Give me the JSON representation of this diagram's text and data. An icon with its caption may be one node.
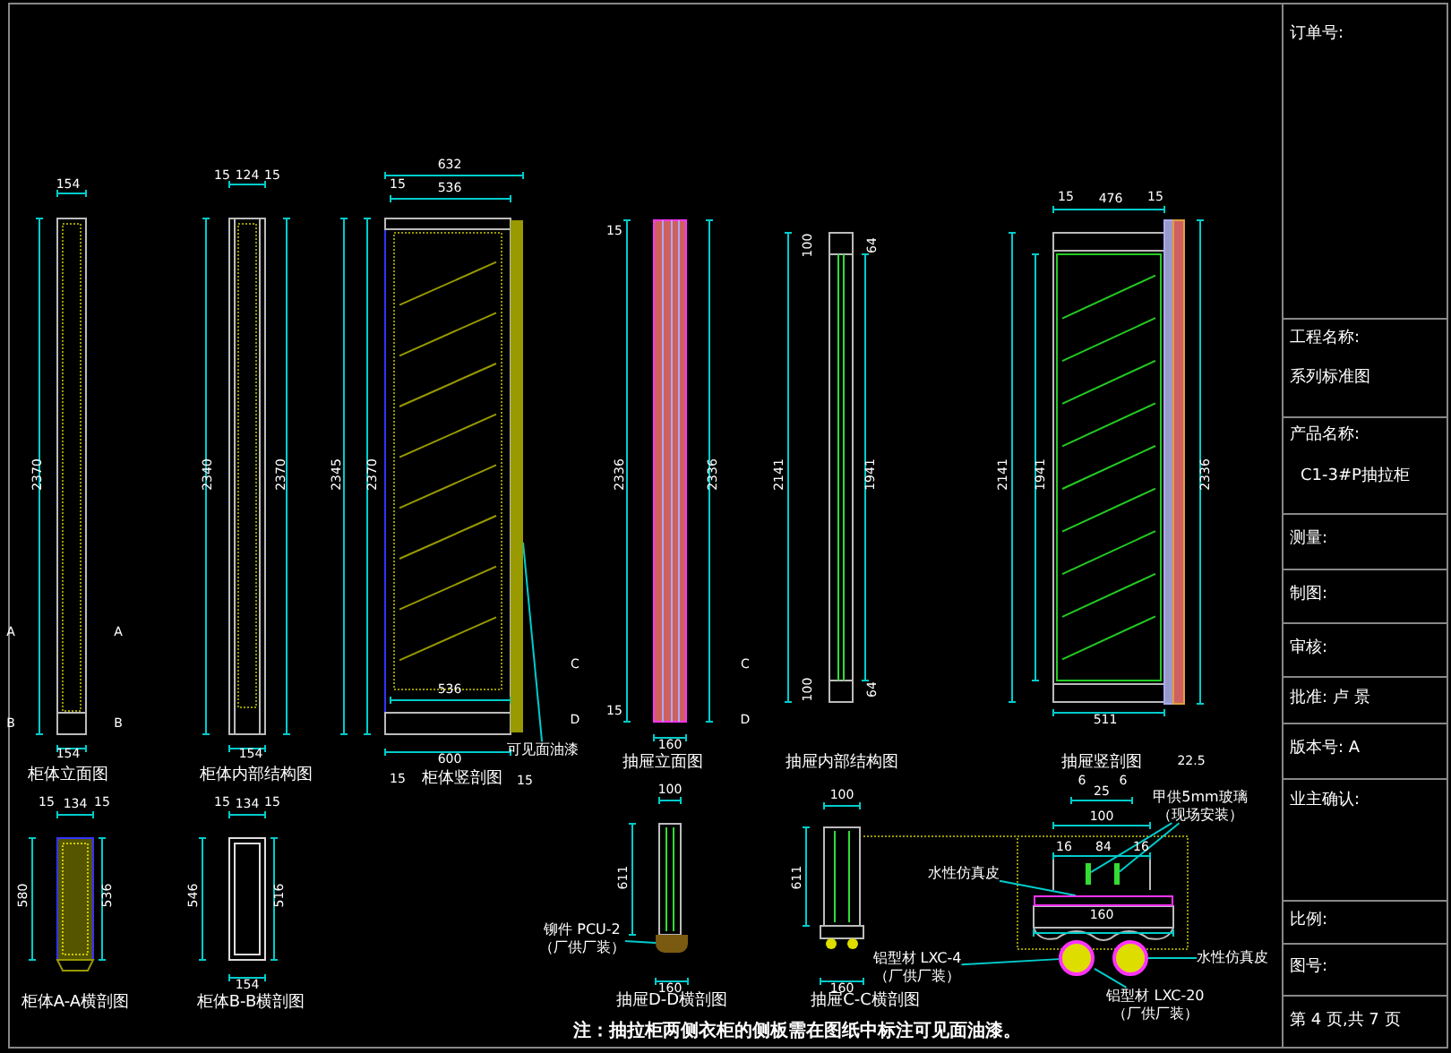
{
  "diagram": {
    "nodes": [
      {
        "text": [
          "可见面油漆"
        ]
      },
      {
        "text": [],
        "shape": "bar"
      },
      {
        "text": [
          "铆件 PCU-2（厂供厂装）"
        ]
      },
      {
        "text": [],
        "shape": "box"
      },
      {
        "text": [
          "甲供5mm玻璃（现场安装）"
        ]
      },
      {
        "text": [],
        "shape": "bar"
      },
      {
        "text": [],
        "shape": "bar"
      },
      {
        "text": [
          "水性仿真皮"
        ]
      },
      {
        "text": [],
        "shape": "bar"
      },
      {
        "text": [
          "水性仿真皮"
        ]
      },
      {
        "text": [],
        "shape": "circle"
      },
      {
        "text": [
          "铝型材 LXC-4（厂供厂装）"
        ]
      },
      {
        "text": [],
        "shape": "circle"
      },
      {
        "text": [
          "铝型材 LXC-20（厂供厂装）"
        ]
      }
    ],
    "edges": [
      {
        "from": 0,
        "to": 1,
        "arrow": "none"
      },
      {
        "from": 2,
        "to": 3,
        "arrow": "none"
      },
      {
        "from": 4,
        "to": 5,
        "arrow": "none"
      },
      {
        "from": 4,
        "to": 6,
        "arrow": "none"
      },
      {
        "from": 7,
        "to": 8,
        "arrow": "none"
      },
      {
        "from": 9,
        "to": 12,
        "arrow": "none"
      },
      {
        "from": 11,
        "to": 10,
        "arrow": "none"
      },
      {
        "from": 13,
        "to": 10,
        "arrow": "none"
      }
    ],
    "labels": [
      "154",
      "2370",
      "154",
      "A",
      "A",
      "B",
      "B",
      "柜体立面图",
      "15",
      "124",
      "15",
      "2340",
      "2370",
      "154",
      "柜体内部结构图",
      "632",
      "15",
      "536",
      "2345",
      "2370",
      "536",
      "600",
      "15",
      "柜体竖剖图",
      "15",
      "15",
      "2336",
      "2336",
      "C",
      "C",
      "D",
      "D",
      "15",
      "160",
      "抽屉立面图",
      "100",
      "64",
      "2141",
      "1941",
      "100",
      "64",
      "抽屉内部结构图",
      "15",
      "476",
      "15",
      "2141",
      "1941",
      "2336",
      "511",
      "22.5",
      "抽屉竖剖图",
      "15",
      "134",
      "15",
      "580",
      "536",
      "柜体A-A横剖图",
      "15",
      "134",
      "15",
      "546",
      "516",
      "154",
      "柜体B-B横剖图",
      "100",
      "611",
      "160",
      "抽屉D-D横剖图",
      "100",
      "611",
      "160",
      "抽屉C-C横剖图",
      "6",
      "25",
      "6",
      "100",
      "16",
      "84",
      "16",
      "160",
      "订单号:",
      "工程名称:",
      "系列标准图",
      "产品名称:",
      "C1-3#P抽拉柜",
      "测量:",
      "制图:",
      "审核:",
      "批准: 卢 景",
      "版本号: A",
      "业主确认:",
      "比例:",
      "图号:",
      "第 4 页,共 7 页",
      "注：抽拉柜两侧衣柜的侧板需在图纸中标注可见面油漆。"
    ]
  }
}
